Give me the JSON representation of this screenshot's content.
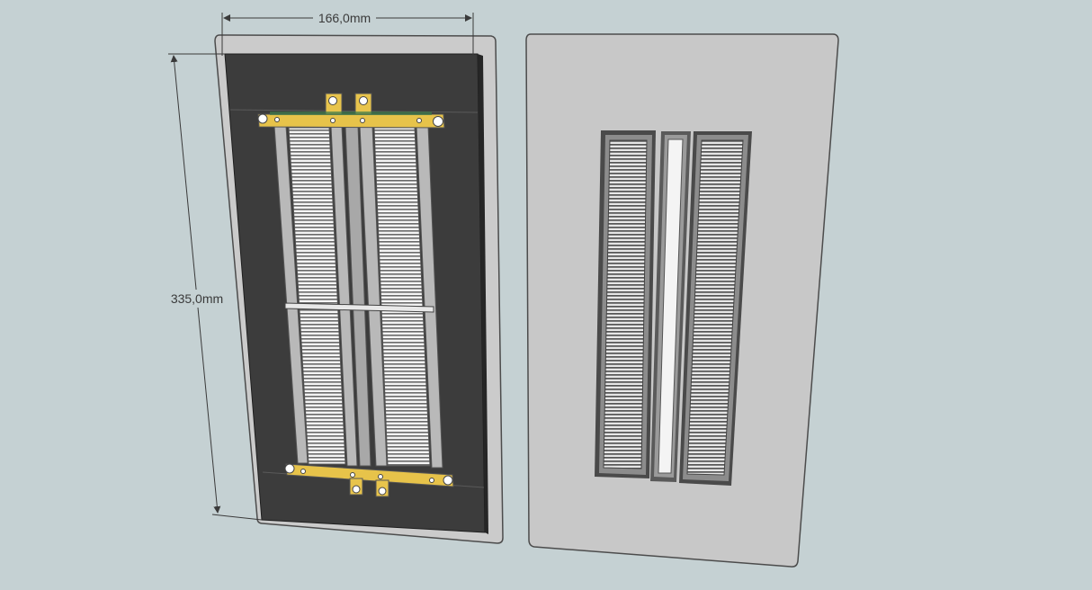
{
  "dimensions": {
    "width_label": "166,0mm",
    "height_label": "335,0mm"
  },
  "colors": {
    "background": "#c5d1d3",
    "frame_face": "#c9c9c9",
    "frame_edge": "#5a5a5a",
    "back_plate": "#3d3d3d",
    "brass_bar": "#e7c34a",
    "membrane_strip": "#f2f2f2",
    "dimension_line": "#3a3a3a"
  },
  "scene": {
    "objects": [
      "rear-panel-assembly",
      "front-panel-grille"
    ],
    "left_panel_slots": 2,
    "right_panel_slots": 3
  }
}
